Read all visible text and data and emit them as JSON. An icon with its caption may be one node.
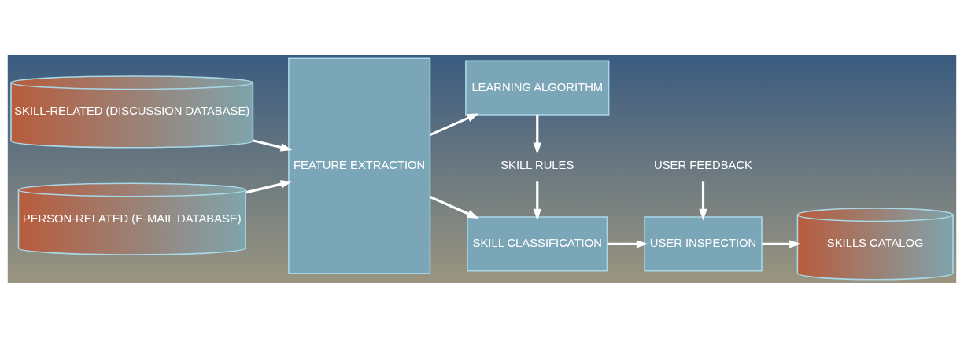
{
  "diagram": {
    "nodes": [
      {
        "text": [
          "SKILL-RELATED (DISCUSSION DATABASE)"
        ]
      },
      {
        "text": [
          "PERSON-RELATED (E-MAIL DATABASE)"
        ]
      },
      {
        "text": [
          "FEATURE EXTRACTION"
        ]
      },
      {
        "text": [
          "LEARNING ALGORITHM"
        ]
      },
      {
        "text": [
          "SKILL RULES"
        ]
      },
      {
        "text": [
          "SKILL CLASSIFICATION"
        ]
      },
      {
        "text": [
          "USER FEEDBACK"
        ]
      },
      {
        "text": [
          "USER INSPECTION"
        ]
      },
      {
        "text": [
          "SKILLS CATALOG"
        ]
      }
    ],
    "edges": [
      {
        "from": 0,
        "to": 2,
        "arrow": "to"
      },
      {
        "from": 1,
        "to": 2,
        "arrow": "to"
      },
      {
        "from": 2,
        "to": 3,
        "arrow": "to"
      },
      {
        "from": 2,
        "to": 5,
        "arrow": "to"
      },
      {
        "from": 3,
        "to": 4,
        "arrow": "to"
      },
      {
        "from": 4,
        "to": 5,
        "arrow": "to"
      },
      {
        "from": 6,
        "to": 7,
        "arrow": "to"
      },
      {
        "from": 5,
        "to": 7,
        "arrow": "to"
      },
      {
        "from": 7,
        "to": 8,
        "arrow": "to"
      }
    ]
  }
}
